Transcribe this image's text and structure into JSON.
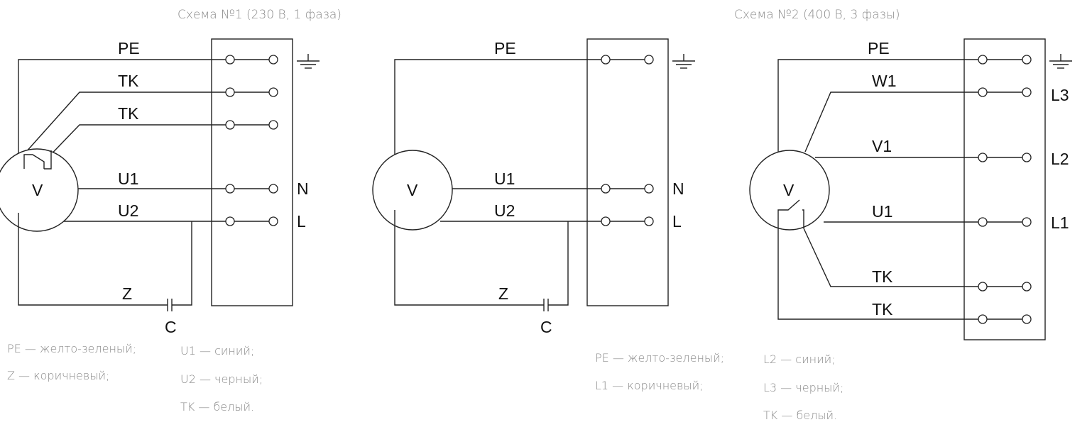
{
  "diagrams": {
    "scheme1": {
      "caption": "Схема №1 (230 В, 1 фаза)",
      "wires": [
        "PE",
        "TK",
        "TK",
        "U1",
        "U2"
      ],
      "motor": "V",
      "z": "Z",
      "c": "C",
      "terminals_right": [
        "N",
        "L"
      ],
      "legend": {
        "col1": [
          "PE — желто-зеленый;",
          "Z — коричневый;"
        ],
        "col2": [
          "U1 — синий;",
          "U2 — черный;",
          "TK — белый."
        ]
      }
    },
    "scheme1b": {
      "wires": [
        "PE",
        "U1",
        "U2"
      ],
      "motor": "V",
      "z": "Z",
      "c": "C",
      "terminals_right": [
        "N",
        "L"
      ]
    },
    "scheme2": {
      "caption": "Схема №2 (400 В, 3 фазы)",
      "wires": [
        "PE",
        "W1",
        "V1",
        "U1",
        "TK",
        "TK"
      ],
      "motor": "V",
      "terminals_right": [
        "L3",
        "L2",
        "L1"
      ],
      "legend": {
        "col1": [
          "PE — желто-зеленый;",
          "L1 — коричневый;"
        ],
        "col2": [
          "L2 — синий;",
          "L3 — черный;",
          "TK — белый."
        ]
      }
    }
  },
  "colors": {
    "line": "#222222",
    "caption": "#8a8a8a"
  }
}
